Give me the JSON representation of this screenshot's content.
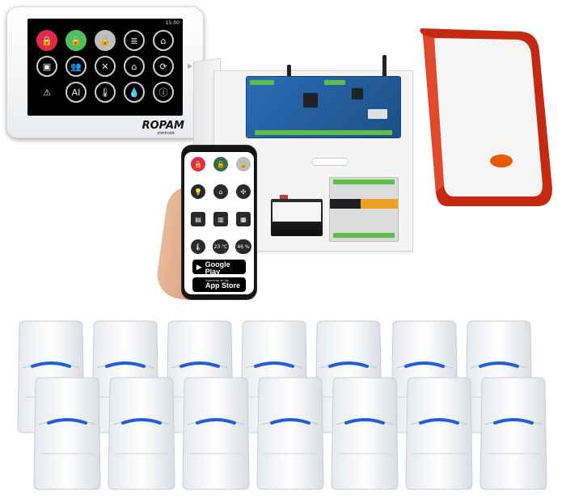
{
  "keypad": {
    "clock": "15:00",
    "brand": "ROPAM",
    "brand_sub": "elektronik",
    "icons": [
      {
        "name": "lock-red-icon",
        "style": "red",
        "glyph": "🔒"
      },
      {
        "name": "lock-green-icon",
        "style": "green",
        "glyph": "🔓"
      },
      {
        "name": "lock-grey-icon",
        "style": "grey",
        "glyph": "🔒"
      },
      {
        "name": "list-icon",
        "style": "",
        "glyph": "≣"
      },
      {
        "name": "home-settings-icon",
        "style": "",
        "glyph": "⌂"
      },
      {
        "name": "camera-icon",
        "style": "",
        "glyph": "▣"
      },
      {
        "name": "users-icon",
        "style": "",
        "glyph": "👥"
      },
      {
        "name": "tools-icon",
        "style": "",
        "glyph": "✕"
      },
      {
        "name": "home-icon",
        "style": "",
        "glyph": "⌂"
      },
      {
        "name": "refresh-icon",
        "style": "",
        "glyph": "⟳"
      },
      {
        "name": "warning-icon",
        "style": "sq",
        "glyph": "⚠"
      },
      {
        "name": "ai-chart-icon",
        "style": "",
        "glyph": "AI"
      },
      {
        "name": "thermometer-icon",
        "style": "",
        "glyph": "🌡"
      },
      {
        "name": "humidity-icon",
        "style": "",
        "glyph": "💧"
      },
      {
        "name": "info-icon",
        "style": "",
        "glyph": "ⓘ"
      }
    ]
  },
  "phone": {
    "row1": [
      {
        "name": "phone-lock-red-icon",
        "style": "red",
        "glyph": "🔒"
      },
      {
        "name": "phone-lock-green-icon",
        "style": "green",
        "glyph": "🔓"
      },
      {
        "name": "phone-lock-grey-icon",
        "style": "grey",
        "glyph": "🔒"
      }
    ],
    "row2": [
      {
        "name": "phone-bulb-icon",
        "style": "",
        "glyph": "💡"
      },
      {
        "name": "phone-gate-icon",
        "style": "",
        "glyph": "⌂"
      },
      {
        "name": "phone-fan-icon",
        "style": "",
        "glyph": "✣"
      }
    ],
    "row3": [
      {
        "name": "phone-remote-icon",
        "style": "sq",
        "glyph": "▤"
      },
      {
        "name": "phone-blinds-icon",
        "style": "sq",
        "glyph": "▥"
      },
      {
        "name": "phone-garage-icon",
        "style": "sq",
        "glyph": "▦"
      }
    ],
    "thermo_glyph": "🌡",
    "temperature": "23 °C",
    "humidity": "46 %",
    "google_play": {
      "small": "GET IT ON",
      "big": "Google Play",
      "glyph": "▶"
    },
    "app_store": {
      "small": "Download on the",
      "big": "App Store",
      "glyph": ""
    }
  },
  "colors": {
    "siren_red": "#d0321c",
    "pir_led": "#1f5fd8",
    "keypad_red": "#e12b49",
    "keypad_green": "#4fbf5b"
  }
}
